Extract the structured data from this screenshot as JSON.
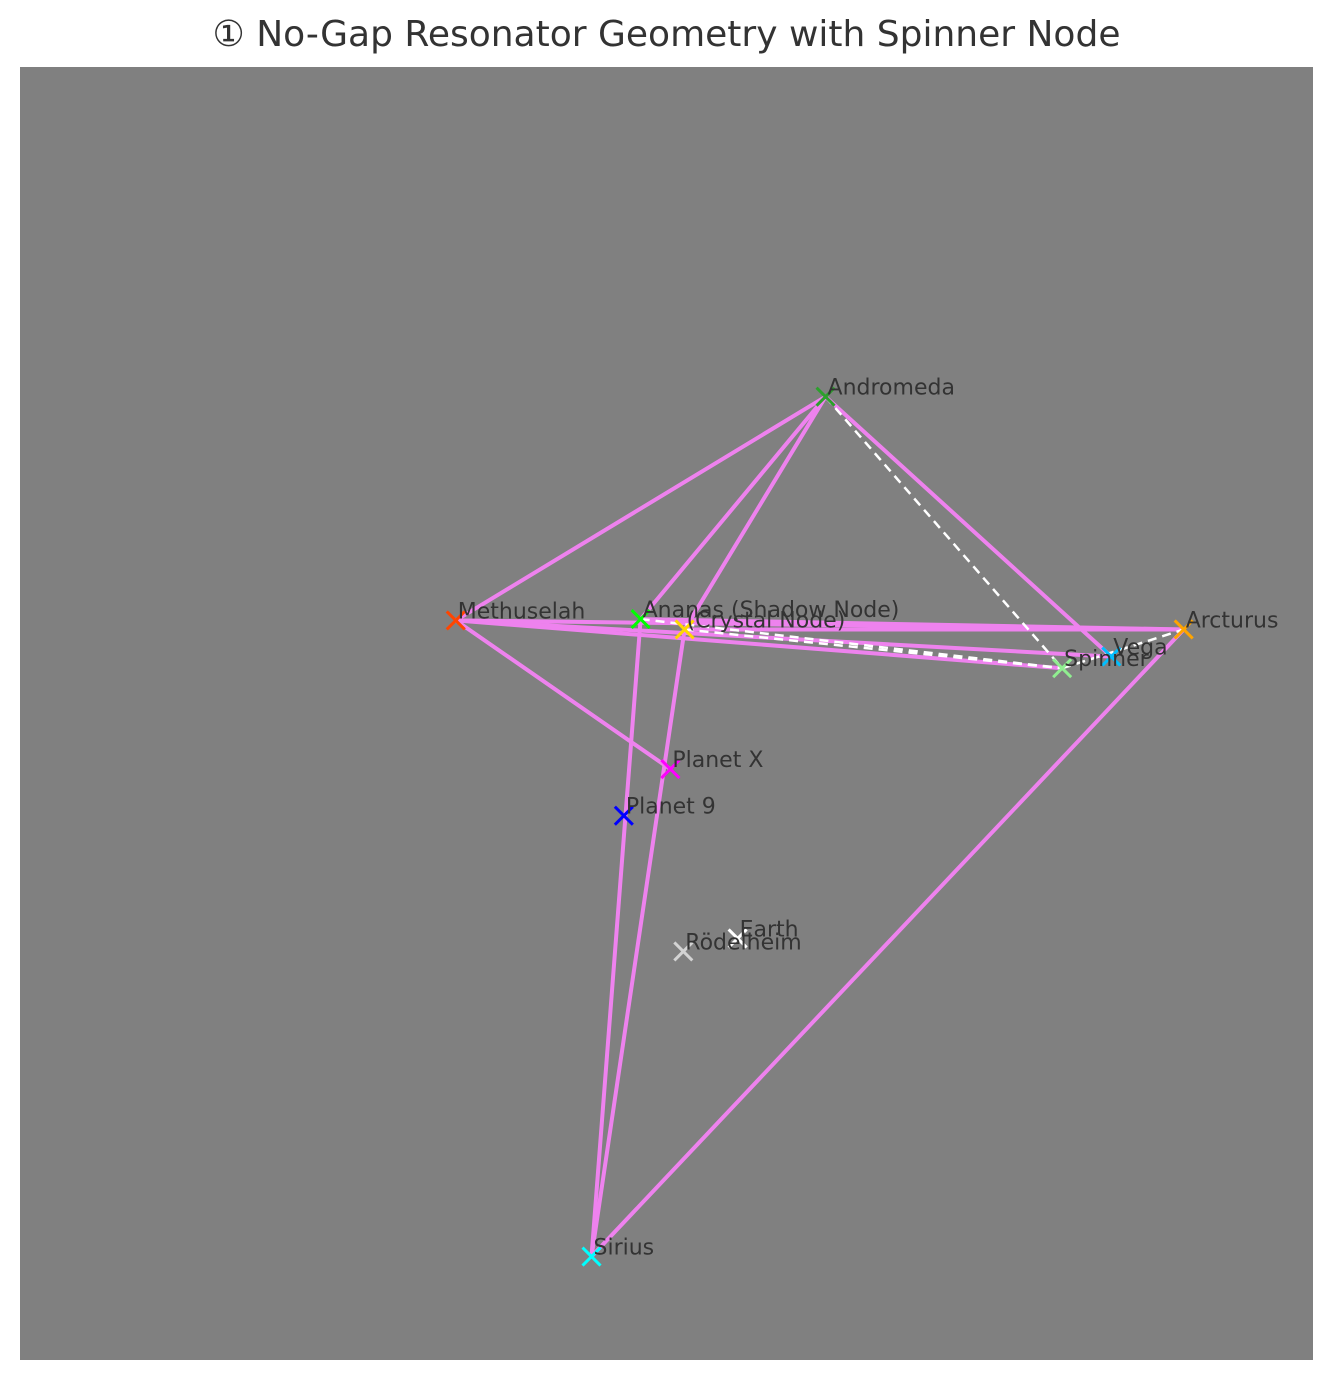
{
  "chart_data": {
    "type": "scatter",
    "title": "① No-Gap Resonator Geometry with Spinner Node",
    "xlabel": "",
    "ylabel": "",
    "axes_visible": false,
    "grid": false,
    "xlim": [
      -5,
      5
    ],
    "ylim": [
      -5,
      5
    ],
    "background_color": "#808080",
    "edge_color": "#ee82ee",
    "dashed_edge_color": "#ffffff",
    "points": [
      {
        "id": "andromeda",
        "label": "Andromeda",
        "x": 1.23,
        "y": 2.45,
        "color": "#2ca02c"
      },
      {
        "id": "methuselah",
        "label": "Methuselah",
        "x": -1.63,
        "y": 0.72,
        "color": "#ff4500"
      },
      {
        "id": "ananas",
        "label": "Ananas (Shadow Node)",
        "x": -0.2,
        "y": 0.73,
        "color": "#00ff00"
      },
      {
        "id": "crystal",
        "label": "(Crystal Node)",
        "x": 0.14,
        "y": 0.65,
        "color": "#ffd700"
      },
      {
        "id": "arcturus",
        "label": "Arcturus",
        "x": 4.0,
        "y": 0.65,
        "color": "#ffa500"
      },
      {
        "id": "vega",
        "label": "Vega",
        "x": 3.44,
        "y": 0.44,
        "color": "#00bfff"
      },
      {
        "id": "spinner",
        "label": "Spinner",
        "x": 3.06,
        "y": 0.35,
        "color": "#90ee90"
      },
      {
        "id": "planetx",
        "label": "Planet X",
        "x": 0.03,
        "y": -0.43,
        "color": "#ff00ff"
      },
      {
        "id": "planet9",
        "label": "Planet 9",
        "x": -0.33,
        "y": -0.79,
        "color": "#0000ff"
      },
      {
        "id": "earth",
        "label": "Earth",
        "x": 0.55,
        "y": -1.74,
        "color": "#ffffff"
      },
      {
        "id": "rodelheim",
        "label": "Rödelheim",
        "x": 0.13,
        "y": -1.84,
        "color": "#d3d3d3"
      },
      {
        "id": "sirius",
        "label": "Sirius",
        "x": -0.58,
        "y": -4.2,
        "color": "#00ffff"
      }
    ],
    "edges": [
      [
        "methuselah",
        "andromeda"
      ],
      [
        "andromeda",
        "ananas"
      ],
      [
        "andromeda",
        "crystal"
      ],
      [
        "andromeda",
        "vega"
      ],
      [
        "methuselah",
        "arcturus"
      ],
      [
        "methuselah",
        "vega"
      ],
      [
        "methuselah",
        "spinner"
      ],
      [
        "ananas",
        "arcturus"
      ],
      [
        "crystal",
        "arcturus"
      ],
      [
        "methuselah",
        "planetx"
      ],
      [
        "ananas",
        "sirius"
      ],
      [
        "crystal",
        "sirius"
      ],
      [
        "sirius",
        "arcturus"
      ]
    ],
    "dashed_edges": [
      [
        "andromeda",
        "spinner"
      ],
      [
        "ananas",
        "spinner"
      ],
      [
        "crystal",
        "spinner"
      ],
      [
        "spinner",
        "arcturus"
      ]
    ]
  }
}
